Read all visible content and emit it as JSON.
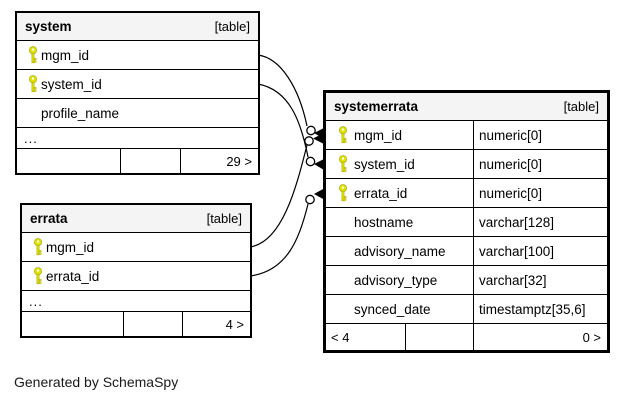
{
  "page": {
    "footer_note": "Generated by SchemaSpy"
  },
  "colors": {
    "background": "#ffffff",
    "border": "#000000",
    "header_bg": "#f4f4f4",
    "key_icon": "#e3e300",
    "key_icon_outline": "#a8a800"
  },
  "tables": [
    {
      "name": "system",
      "badge": "[table]",
      "columns": [
        {
          "name": "mgm_id",
          "primary_key": true
        },
        {
          "name": "system_id",
          "primary_key": true
        },
        {
          "name": "profile_name",
          "primary_key": false
        },
        {
          "name": "...",
          "primary_key": false
        }
      ],
      "footer": {
        "left": "",
        "middle": "",
        "right": "29 >"
      }
    },
    {
      "name": "errata",
      "badge": "[table]",
      "columns": [
        {
          "name": "mgm_id",
          "primary_key": true
        },
        {
          "name": "errata_id",
          "primary_key": true
        },
        {
          "name": "...",
          "primary_key": false
        }
      ],
      "footer": {
        "left": "",
        "middle": "",
        "right": "4 >"
      }
    },
    {
      "name": "systemerrata",
      "badge": "[table]",
      "columns": [
        {
          "name": "mgm_id",
          "type": "numeric[0]",
          "primary_key": true
        },
        {
          "name": "system_id",
          "type": "numeric[0]",
          "primary_key": true
        },
        {
          "name": "errata_id",
          "type": "numeric[0]",
          "primary_key": true
        },
        {
          "name": "hostname",
          "type": "varchar[128]",
          "primary_key": false
        },
        {
          "name": "advisory_name",
          "type": "varchar[100]",
          "primary_key": false
        },
        {
          "name": "advisory_type",
          "type": "varchar[32]",
          "primary_key": false
        },
        {
          "name": "synced_date",
          "type": "timestamptz[35,6]",
          "primary_key": false
        }
      ],
      "footer": {
        "left": "< 4",
        "middle": "",
        "right": "0 >"
      }
    }
  ],
  "relationships": [
    {
      "from_table": "system",
      "from_column": "mgm_id",
      "to_table": "systemerrata",
      "to_column": "mgm_id",
      "end_glyph": "circle-crowfoot"
    },
    {
      "from_table": "system",
      "from_column": "system_id",
      "to_table": "systemerrata",
      "to_column": "system_id",
      "end_glyph": "circle-crowfoot"
    },
    {
      "from_table": "errata",
      "from_column": "mgm_id",
      "to_table": "systemerrata",
      "to_column": "mgm_id",
      "end_glyph": "circle-crowfoot"
    },
    {
      "from_table": "errata",
      "from_column": "errata_id",
      "to_table": "systemerrata",
      "to_column": "errata_id",
      "end_glyph": "circle-crowfoot"
    }
  ]
}
